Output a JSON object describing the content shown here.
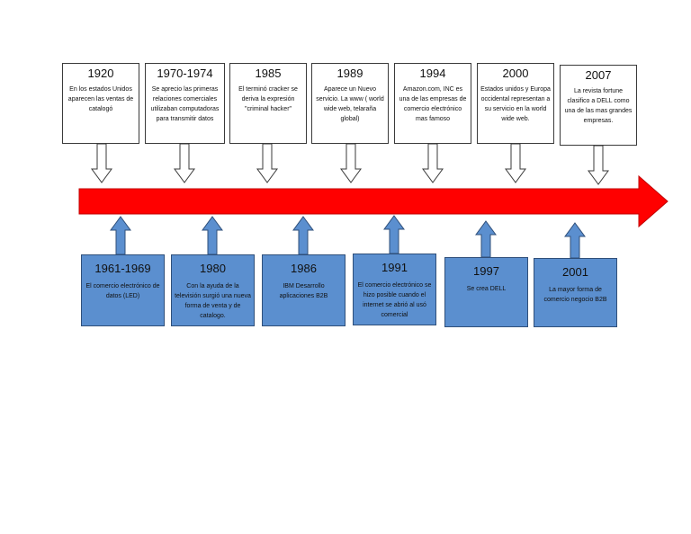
{
  "colors": {
    "timeline_arrow": "#ff0000",
    "timeline_arrow_border": "#c00000",
    "bottom_box_fill": "#5b8fcf",
    "top_box_fill": "#ffffff"
  },
  "top_events": [
    {
      "year": "1920",
      "text": "En los estados Unidos aparecen las ventas de catalogó"
    },
    {
      "year": "1970-1974",
      "text": "Se aprecio las primeras relaciones comerciales utilizaban computadoras para transmitir datos"
    },
    {
      "year": "1985",
      "text": "El terminó cracker se deriva la expresión \"criminal hacker\""
    },
    {
      "year": "1989",
      "text": "Aparece un Nuevo servicio. La www ( world wide web, telaraña global)"
    },
    {
      "year": "1994",
      "text": "Amazon.com, INC es una de las empresas de comercio electrónico mas famoso"
    },
    {
      "year": "2000",
      "text": "Estados unidos y Europa occidental representan a su servicio en la world wide web."
    },
    {
      "year": "2007",
      "text": "La revista fortune clasifico a DELL como una de las mas grandes empresas."
    }
  ],
  "bottom_events": [
    {
      "year": "1961-1969",
      "text": "El comercio electrónico de datos (LED)"
    },
    {
      "year": "1980",
      "text": "Con la ayuda de la televisión surgió una nueva forma de venta y de catalogo."
    },
    {
      "year": "1986",
      "text": "IBM Desarrollo aplicaciones B2B"
    },
    {
      "year": "1991",
      "text": "El comercio electrónico se hizo posible cuando el internet se abrió al usó comercial"
    },
    {
      "year": "1997",
      "text": "Se crea DELL"
    },
    {
      "year": "2001",
      "text": "La mayor forma de comercio negocio B2B"
    }
  ]
}
